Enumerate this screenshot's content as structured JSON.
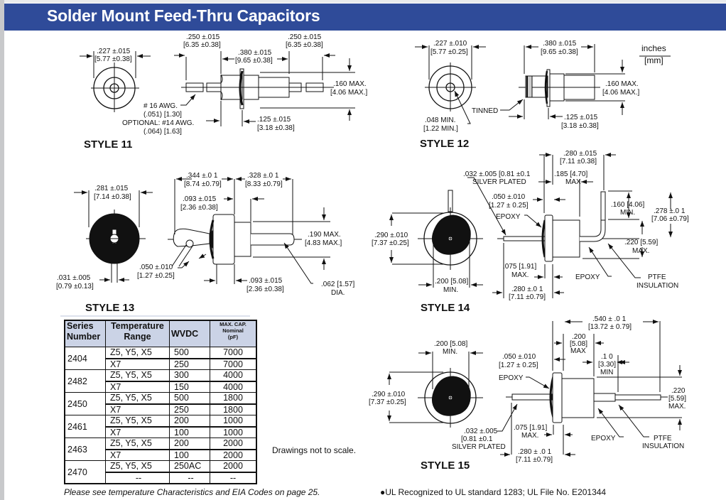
{
  "header": {
    "title": "Solder Mount Feed-Thru Capacitors",
    "color": "#2f4b99"
  },
  "units": {
    "top": "inches",
    "bottom": "[mm]"
  },
  "styles": {
    "s11": {
      "label": "STYLE 11",
      "dims": {
        "d227": ".227 ±.015",
        "d227mm": "[5.77 ±0.38]",
        "d250a": ".250 ±.015",
        "d250amm": "[6.35 ±0.38]",
        "d380": ".380 ±.015",
        "d380mm": "[9.65 ±0.38]",
        "d250b": ".250 ±.015",
        "d250bmm": "[6.35 ±0.38]",
        "d160": ".160 MAX.",
        "d160mm": "[4.06 MAX.]",
        "awg16": "# 16 AWG.",
        "awg16v": "(.051) [1.30]",
        "awg14": "OPTIONAL: #14 AWG.",
        "awg14v": "(.064) [1.63]",
        "d125": ".125 ±.015",
        "d125mm": "[3.18 ±0.38]"
      }
    },
    "s12": {
      "label": "STYLE 12",
      "dims": {
        "d227": ".227 ±.010",
        "d227mm": "[5.77 ±0.25]",
        "d380": ".380 ±.015",
        "d380mm": "[9.65 ±0.38]",
        "d160": ".160 MAX.",
        "d160mm": "[4.06 MAX.]",
        "tinned": "TINNED",
        "d048": ".048 MIN.",
        "d048mm": "[1.22 MIN.]",
        "d125": ".125 ±.015",
        "d125mm": "[3.18 ±0.38]"
      }
    },
    "s13": {
      "label": "STYLE 13",
      "dims": {
        "d281": ".281 ±.015",
        "d281mm": "[7.14 ±0.38]",
        "d344": ".344 ±.0  1",
        "d344mm": "[8.74 ±0.79]",
        "d328": ".328 ±.0  1",
        "d328mm": "[8.33 ±0.79]",
        "d093a": ".093 ±.015",
        "d093amm": "[2.36 ±0.38]",
        "d190": ".190 MAX.",
        "d190mm": "[4.83 MAX.]",
        "d050": ".050 ±.010",
        "d050mm": "[1.27 ±0.25]",
        "d031": ".031 ±.005",
        "d031mm": "[0.79 ±0.13]",
        "d093b": ".093 ±.015",
        "d093bmm": "[2.36 ±0.38]",
        "d062": ".062 [1.57]",
        "d062b": "DIA."
      }
    },
    "s14": {
      "label": "STYLE 14",
      "dims": {
        "d280a": ".280 ±.015",
        "d280amm": "[7.11 ±0.38]",
        "d032": ".032 ±.005 [0.81 ±0.1",
        "silver": "SILVER PLATED",
        "d185": ".185 [4.70]",
        "d185b": "MAX",
        "d050": ".050 ±.010",
        "d050mm": "[1.27 ± 0.25]",
        "d160": ".160 [4.06]",
        "d160b": "MIN.",
        "d278": ".278 ±.0  1",
        "d278mm": "[7.06 ±0.79]",
        "epoxy1": "EPOXY",
        "d290": ".290 ±.010",
        "d290mm": "[7.37 ±0.25]",
        "d220": ".220 [5.59]",
        "d220b": "MAX.",
        "d075": ".075 [1.91]",
        "d075b": "MAX.",
        "epoxy2": "EPOXY",
        "ptfe": "PTFE",
        "insulation": "INSULATION",
        "d200": ".200 [5.08]",
        "d200b": "MIN.",
        "d280b": ".280 ±.0  1",
        "d280bmm": "[7.11 ±0.79]"
      }
    },
    "s15": {
      "label": "STYLE 15",
      "dims": {
        "d540": ".540 ± .0  1",
        "d540mm": "[13.72 ± 0.79]",
        "d200a": ".200",
        "d200amm": "[5.08]",
        "d200ab": "MAX",
        "d200": ".200 [5.08]",
        "d200b": "MIN.",
        "d050": ".050 ±.010",
        "d050mm": "[1.27 ± 0.25]",
        "d130": ".1  0",
        "d130mm": "[3.30]",
        "d130b": "MIN",
        "epoxy1": "EPOXY",
        "d290": ".290 ±.010",
        "d290mm": "[7.37 ±0.25]",
        "d220": ".220",
        "d220mm": "[5.59]",
        "d220b": "MAX.",
        "d032": ".032 ±.005",
        "d032mm": "[0.81 ±0.1",
        "silver": "SILVER PLATED",
        "d075": ".075 [1.91]",
        "d075b": "MAX.",
        "epoxy2": "EPOXY",
        "ptfe": "PTFE",
        "insulation": "INSULATION",
        "d280": ".280 ± .0  1",
        "d280mm": "[7.11 ±0.79]"
      }
    }
  },
  "table": {
    "headers": {
      "series": [
        "Series",
        "Number"
      ],
      "temp": [
        "Temperature",
        "Range"
      ],
      "wvdc": "WVDC",
      "cap": [
        "MAX. CAP.",
        "Nominal",
        "(pF)"
      ]
    },
    "rows": [
      {
        "series": "2404",
        "items": [
          {
            "temp": "Z5, Y5, X5",
            "wvdc": "500",
            "cap": "7000"
          },
          {
            "temp": "X7",
            "wvdc": "250",
            "cap": "7000"
          }
        ]
      },
      {
        "series": "2482",
        "items": [
          {
            "temp": "Z5, Y5, X5",
            "wvdc": "300",
            "cap": "4000"
          },
          {
            "temp": "X7",
            "wvdc": "150",
            "cap": "4000"
          }
        ]
      },
      {
        "series": "2450",
        "items": [
          {
            "temp": "Z5, Y5, X5",
            "wvdc": "500",
            "cap": "1800"
          },
          {
            "temp": "X7",
            "wvdc": "250",
            "cap": "1800"
          }
        ]
      },
      {
        "series": "2461",
        "items": [
          {
            "temp": "Z5, Y5, X5",
            "wvdc": "200",
            "cap": "1000"
          },
          {
            "temp": "X7",
            "wvdc": "100",
            "cap": "1000"
          }
        ]
      },
      {
        "series": "2463",
        "items": [
          {
            "temp": "Z5, Y5, X5",
            "wvdc": "200",
            "cap": "2000"
          },
          {
            "temp": "X7",
            "wvdc": "100",
            "cap": "2000"
          }
        ]
      },
      {
        "series": "2470",
        "items": [
          {
            "temp": "Z5, Y5, X5",
            "wvdc": "250AC",
            "cap": "2000"
          },
          {
            "temp": "--",
            "wvdc": "--",
            "cap": "--"
          }
        ]
      }
    ]
  },
  "notes": {
    "scale": "Drawings not to scale.",
    "footer_left": "Please see temperature Characteristics and EIA Codes on page 25.",
    "footer_right": "●UL Recognized to UL standard 1283; UL File No. E201344"
  }
}
